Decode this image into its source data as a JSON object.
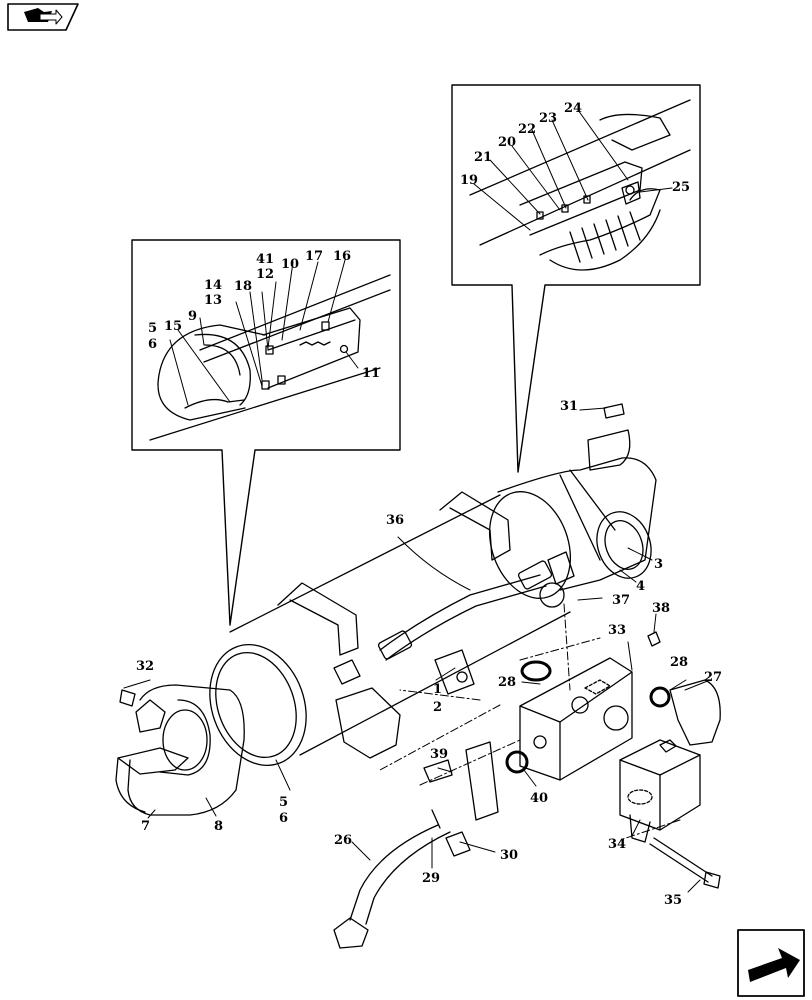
{
  "callouts": [
    {
      "id": "1",
      "label": "1"
    },
    {
      "id": "2",
      "label": "2"
    },
    {
      "id": "3",
      "label": "3"
    },
    {
      "id": "4",
      "label": "4"
    },
    {
      "id": "5a",
      "label": "5"
    },
    {
      "id": "5b",
      "label": "5"
    },
    {
      "id": "6a",
      "label": "6"
    },
    {
      "id": "6b",
      "label": "6"
    },
    {
      "id": "7",
      "label": "7"
    },
    {
      "id": "8",
      "label": "8"
    },
    {
      "id": "9",
      "label": "9"
    },
    {
      "id": "10",
      "label": "10"
    },
    {
      "id": "11",
      "label": "11"
    },
    {
      "id": "12",
      "label": "12"
    },
    {
      "id": "13",
      "label": "13"
    },
    {
      "id": "14",
      "label": "14"
    },
    {
      "id": "15",
      "label": "15"
    },
    {
      "id": "16",
      "label": "16"
    },
    {
      "id": "17",
      "label": "17"
    },
    {
      "id": "18",
      "label": "18"
    },
    {
      "id": "19",
      "label": "19"
    },
    {
      "id": "20",
      "label": "20"
    },
    {
      "id": "21",
      "label": "21"
    },
    {
      "id": "22",
      "label": "22"
    },
    {
      "id": "23",
      "label": "23"
    },
    {
      "id": "24",
      "label": "24"
    },
    {
      "id": "25",
      "label": "25"
    },
    {
      "id": "26",
      "label": "26"
    },
    {
      "id": "27",
      "label": "27"
    },
    {
      "id": "28a",
      "label": "28"
    },
    {
      "id": "28b",
      "label": "28"
    },
    {
      "id": "29",
      "label": "29"
    },
    {
      "id": "30",
      "label": "30"
    },
    {
      "id": "31",
      "label": "31"
    },
    {
      "id": "32",
      "label": "32"
    },
    {
      "id": "33",
      "label": "33"
    },
    {
      "id": "34",
      "label": "34"
    },
    {
      "id": "35",
      "label": "35"
    },
    {
      "id": "36",
      "label": "36"
    },
    {
      "id": "37",
      "label": "37"
    },
    {
      "id": "38",
      "label": "38"
    },
    {
      "id": "39",
      "label": "39"
    },
    {
      "id": "40",
      "label": "40"
    },
    {
      "id": "41",
      "label": "41"
    }
  ],
  "nav": {
    "top_icon": "book-arrow-icon",
    "bottom_icon": "arrow-next-icon"
  }
}
